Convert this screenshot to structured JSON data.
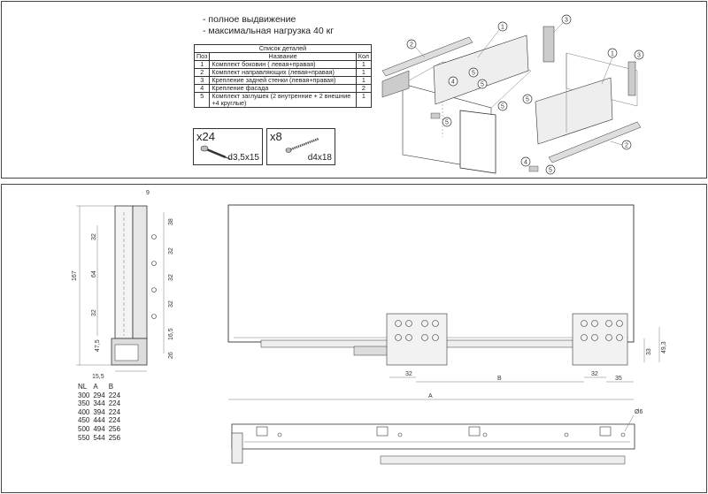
{
  "notes": [
    "- полное выдвижение",
    "- максимальная нагрузка 40 кг"
  ],
  "parts_table": {
    "title": "Список деталей",
    "headers": [
      "Поз",
      "Название",
      "Кол"
    ],
    "rows": [
      [
        "1",
        "Комплект боковин ( левая+правая)",
        "1"
      ],
      [
        "2",
        "Комплект направляющих (левая+правая)",
        "1"
      ],
      [
        "3",
        "Крепление задней стенки (левая+правая)",
        "1"
      ],
      [
        "4",
        "Крепление фасада",
        "2"
      ],
      [
        "5",
        "Комплект заглушек (2 внутренние + 2 внешние +4 круглые)",
        "1"
      ]
    ]
  },
  "screws": [
    {
      "qty": "x24",
      "size": "d3,5x15"
    },
    {
      "qty": "x8",
      "size": "d4x18"
    }
  ],
  "callouts": [
    "1",
    "2",
    "3",
    "4",
    "5"
  ],
  "side_dims": {
    "top": "9",
    "height": "167",
    "d38": "38",
    "d32a": "32",
    "d32b": "32",
    "d32c": "32",
    "left32a": "32",
    "left64": "64",
    "left32b": "32",
    "d16_5": "16,5",
    "d47_5": "47,5",
    "d26": "26",
    "d15_5": "15,5"
  },
  "front_dims": {
    "d32a": "32",
    "B": "B",
    "d32b": "32",
    "d35": "35",
    "A": "A",
    "d33": "33",
    "d49_3": "49,3",
    "d6": "Ø6"
  },
  "size_table": {
    "headers": [
      "NL",
      "A",
      "B"
    ],
    "rows": [
      [
        "300",
        "294",
        "224"
      ],
      [
        "350",
        "344",
        "224"
      ],
      [
        "400",
        "394",
        "224"
      ],
      [
        "450",
        "444",
        "224"
      ],
      [
        "500",
        "494",
        "256"
      ],
      [
        "550",
        "544",
        "256"
      ]
    ]
  }
}
